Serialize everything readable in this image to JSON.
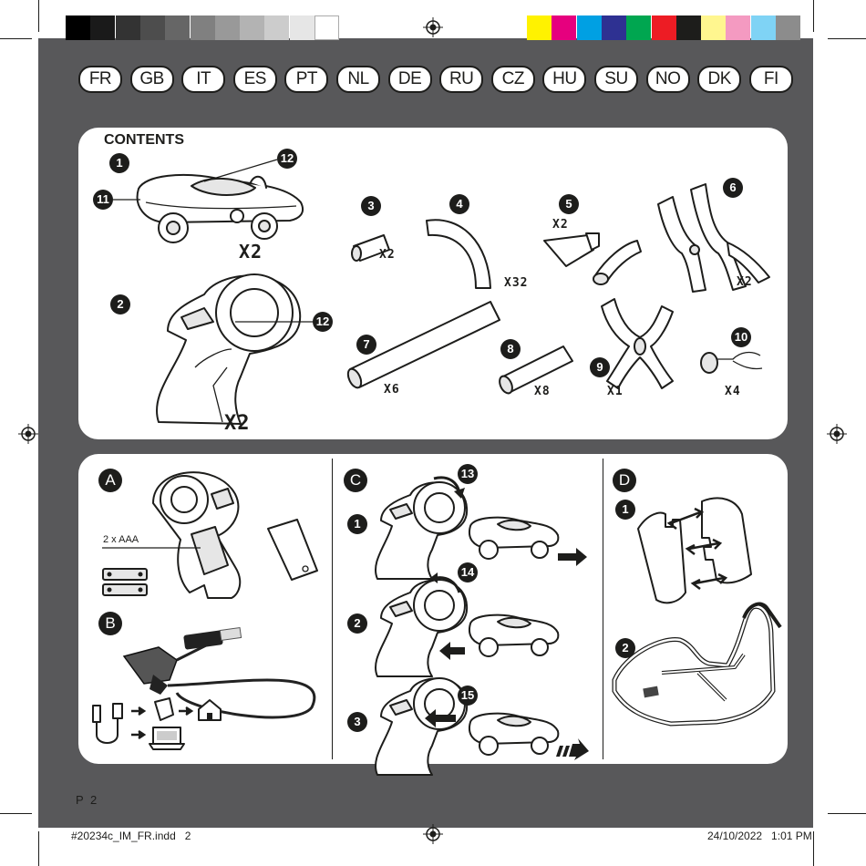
{
  "color_bar_left": [
    "#000000",
    "#1a1a1a",
    "#333333",
    "#4d4d4d",
    "#666666",
    "#808080",
    "#999999",
    "#b3b3b3",
    "#cccccc",
    "#e6e6e6",
    "#ffffff"
  ],
  "color_bar_right": [
    "#fff200",
    "#e6007e",
    "#00a0e3",
    "#2e3192",
    "#00a650",
    "#ed1c24",
    "#1d1d1b",
    "#fff68f",
    "#f49ac1",
    "#7fd3f5",
    "#8c8c8c"
  ],
  "languages": [
    "FR",
    "GB",
    "IT",
    "ES",
    "PT",
    "NL",
    "DE",
    "RU",
    "CZ",
    "HU",
    "SU",
    "NO",
    "DK",
    "FI"
  ],
  "contents": {
    "title": "CONTENTS",
    "callouts": [
      "1",
      "11",
      "12",
      "2",
      "12",
      "3",
      "4",
      "5",
      "6",
      "7",
      "8",
      "9",
      "10"
    ],
    "qty_car": "X2",
    "qty_controller": "X2",
    "qty_3": "X2",
    "qty_4": "X32",
    "qty_5": "X2",
    "qty_6": "X2",
    "qty_7": "X6",
    "qty_8": "X8",
    "qty_9": "X1",
    "qty_10": "X4"
  },
  "section_a": {
    "letter": "A",
    "battery_label": "2 x AAA"
  },
  "section_b": {
    "letter": "B"
  },
  "section_c": {
    "letter": "C",
    "steps": [
      "1",
      "2",
      "3"
    ],
    "callouts": [
      "13",
      "14",
      "15"
    ]
  },
  "section_d": {
    "letter": "D",
    "steps": [
      "1",
      "2"
    ]
  },
  "footer": {
    "page": "P 2",
    "file": "#20234c_IM_FR.indd   2",
    "date": "24/10/2022   1:01 PM"
  }
}
